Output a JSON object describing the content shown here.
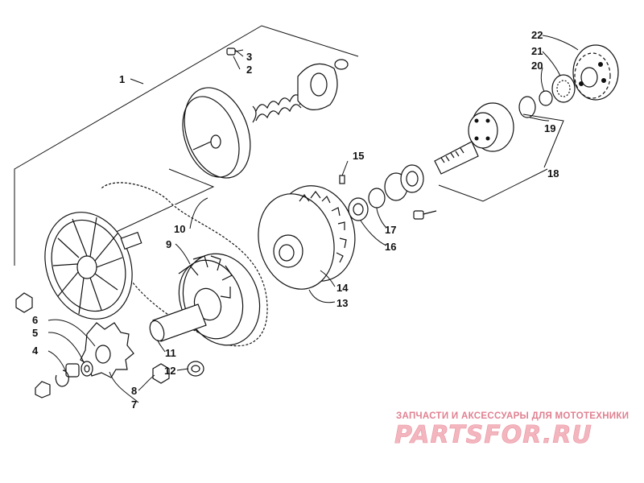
{
  "callouts": [
    "1",
    "2",
    "3",
    "4",
    "5",
    "6",
    "7",
    "8",
    "9",
    "10",
    "11",
    "12",
    "13",
    "14",
    "15",
    "16",
    "17",
    "18",
    "19",
    "20",
    "21",
    "22"
  ],
  "watermark": {
    "tagline": "ЗАПЧАСТИ И АКСЕССУАРЫ ДЛЯ МОТОТЕХНИКИ",
    "logo": "PARTSFOR.RU"
  },
  "colors": {
    "ink": "#111111",
    "watermark": "#e9909e",
    "background": "#ffffff"
  }
}
